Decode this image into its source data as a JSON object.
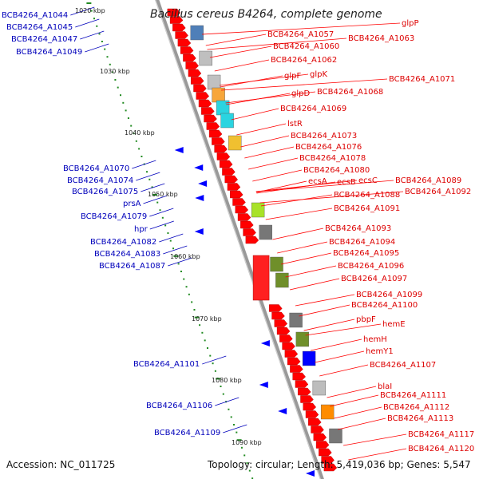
{
  "title": "Bacillus cereus B4264, complete genome",
  "footer": {
    "accession": "Accession: NC_011725",
    "stats": "Topology: circular; Length: 5,419,036 bp; Genes: 5,547"
  },
  "colors": {
    "forward_gene": "#ff0000",
    "reverse_gene": "#0000ff",
    "forward_label": "#dd0000",
    "reverse_label": "#0000bb",
    "backbone": "#999999",
    "tick": "#228B22"
  },
  "kbp_ticks": [
    {
      "label": "1020 kbp"
    },
    {
      "label": "1030 kbp"
    },
    {
      "label": "1040 kbp"
    },
    {
      "label": "1050 kbp"
    },
    {
      "label": "1060 kbp"
    },
    {
      "label": "1070 kbp"
    },
    {
      "label": "1080 kbp"
    },
    {
      "label": "1090 kbp"
    }
  ],
  "labels_right": [
    {
      "text": "glpP"
    },
    {
      "text": "BCB4264_A1057"
    },
    {
      "text": "BCB4264_A1063"
    },
    {
      "text": "BCB4264_A1060"
    },
    {
      "text": "BCB4264_A1062"
    },
    {
      "text": "glpF"
    },
    {
      "text": "glpK"
    },
    {
      "text": "BCB4264_A1071"
    },
    {
      "text": "glpD"
    },
    {
      "text": "BCB4264_A1068"
    },
    {
      "text": "BCB4264_A1069"
    },
    {
      "text": "lstR"
    },
    {
      "text": "BCB4264_A1073"
    },
    {
      "text": "BCB4264_A1076"
    },
    {
      "text": "BCB4264_A1078"
    },
    {
      "text": "BCB4264_A1080"
    },
    {
      "text": "ecsA"
    },
    {
      "text": "ecsB"
    },
    {
      "text": "ecsC"
    },
    {
      "text": "BCB4264_A1089"
    },
    {
      "text": "BCB4264_A1088"
    },
    {
      "text": "BCB4264_A1092"
    },
    {
      "text": "BCB4264_A1091"
    },
    {
      "text": "BCB4264_A1093"
    },
    {
      "text": "BCB4264_A1094"
    },
    {
      "text": "BCB4264_A1095"
    },
    {
      "text": "BCB4264_A1096"
    },
    {
      "text": "BCB4264_A1097"
    },
    {
      "text": "BCB4264_A1099"
    },
    {
      "text": "BCB4264_A1100"
    },
    {
      "text": "pbpF"
    },
    {
      "text": "hemE"
    },
    {
      "text": "hemH"
    },
    {
      "text": "hemY1"
    },
    {
      "text": "BCB4264_A1107"
    },
    {
      "text": "blaI"
    },
    {
      "text": "BCB4264_A1111"
    },
    {
      "text": "BCB4264_A1112"
    },
    {
      "text": "BCB4264_A1113"
    },
    {
      "text": "BCB4264_A1117"
    },
    {
      "text": "BCB4264_A1120"
    }
  ],
  "labels_left": [
    {
      "text": "BCB4264_A1044"
    },
    {
      "text": "BCB4264_A1045"
    },
    {
      "text": "BCB4264_A1047"
    },
    {
      "text": "BCB4264_A1049"
    },
    {
      "text": "BCB4264_A1070"
    },
    {
      "text": "BCB4264_A1074"
    },
    {
      "text": "BCB4264_A1075"
    },
    {
      "text": "prsA"
    },
    {
      "text": "BCB4264_A1079"
    },
    {
      "text": "hpr"
    },
    {
      "text": "BCB4264_A1082"
    },
    {
      "text": "BCB4264_A1083"
    },
    {
      "text": "BCB4264_A1087"
    },
    {
      "text": "BCB4264_A1101"
    },
    {
      "text": "BCB4264_A1106"
    },
    {
      "text": "BCB4264_A1109"
    }
  ]
}
